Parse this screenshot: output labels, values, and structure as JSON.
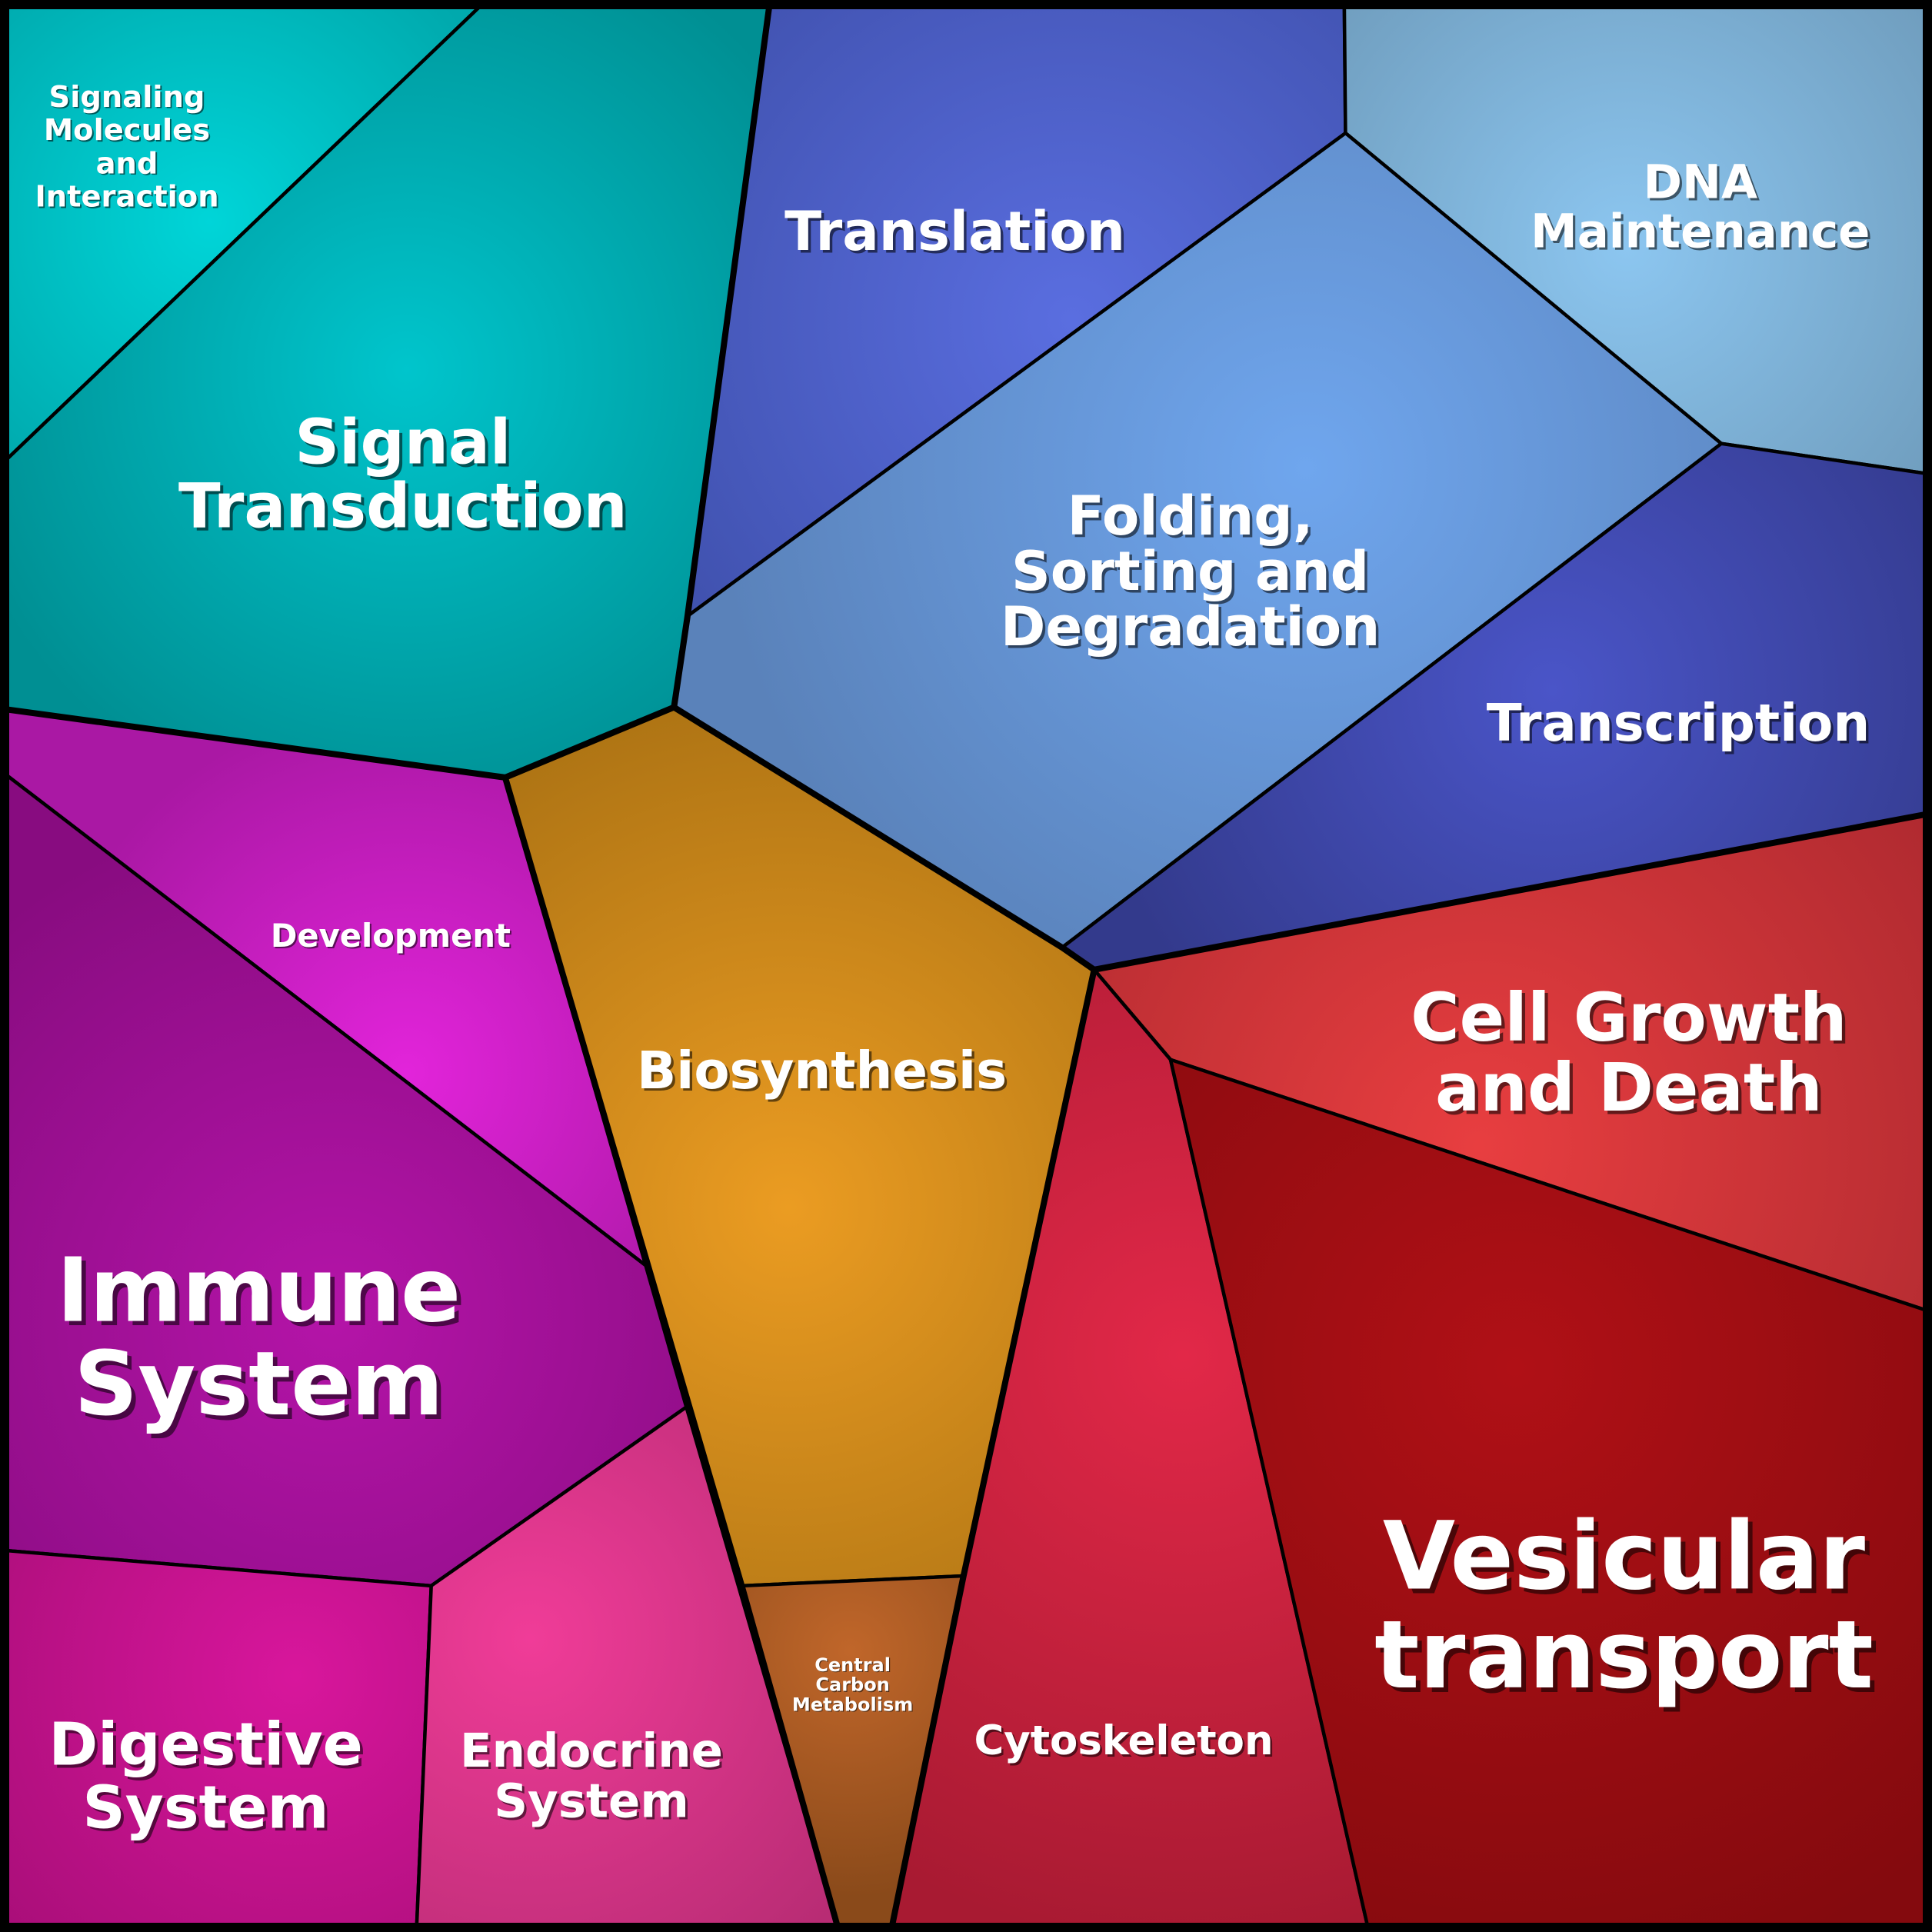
{
  "diagram": {
    "type": "voronoi-treemap",
    "background": "#000000",
    "cells": [
      {
        "id": "signaling-molecules",
        "label_lines": [
          "Signaling",
          "Molecules",
          "and",
          "Interaction"
        ],
        "color_center": "#00d5d8",
        "color_edge": "#00a9ad"
      },
      {
        "id": "signal-transduction",
        "label_lines": [
          "Signal",
          "Transduction"
        ],
        "color_center": "#00c5cc",
        "color_edge": "#008f93"
      },
      {
        "id": "translation",
        "label_lines": [
          "Translation"
        ],
        "color_center": "#5a6ee0",
        "color_edge": "#3e4faa"
      },
      {
        "id": "dna-maintenance",
        "label_lines": [
          "DNA",
          "Maintenance"
        ],
        "color_center": "#8cc6f0",
        "color_edge": "#6e9bbb"
      },
      {
        "id": "folding-sorting",
        "label_lines": [
          "Folding,",
          "Sorting and",
          "Degradation"
        ],
        "color_center": "#6fa6ee",
        "color_edge": "#5a82ba"
      },
      {
        "id": "transcription",
        "label_lines": [
          "Transcription"
        ],
        "color_center": "#4a55c8",
        "color_edge": "#333a8c"
      },
      {
        "id": "development",
        "label_lines": [
          "Development"
        ],
        "color_center": "#e224da",
        "color_edge": "#aa18a4"
      },
      {
        "id": "biosynthesis",
        "label_lines": [
          "Biosynthesis"
        ],
        "color_center": "#eb9c22",
        "color_edge": "#ae7414"
      },
      {
        "id": "cell-growth",
        "label_lines": [
          "Cell Growth",
          "and Death"
        ],
        "color_center": "#e83e40",
        "color_edge": "#b02a30"
      },
      {
        "id": "immune-system",
        "label_lines": [
          "Immune",
          "System"
        ],
        "color_center": "#b414a8",
        "color_edge": "#880c80"
      },
      {
        "id": "digestive-system",
        "label_lines": [
          "Digestive",
          "System"
        ],
        "color_center": "#d8169c",
        "color_edge": "#a80e78"
      },
      {
        "id": "endocrine-system",
        "label_lines": [
          "Endocrine",
          "System"
        ],
        "color_center": "#f03c98",
        "color_edge": "#b82c74"
      },
      {
        "id": "central-carbon",
        "label_lines": [
          "Central",
          "Carbon",
          "Metabolism"
        ],
        "color_center": "#c0662a",
        "color_edge": "#8a4a1a"
      },
      {
        "id": "cytoskeleton",
        "label_lines": [
          "Cytoskeleton"
        ],
        "color_center": "#e22848",
        "color_edge": "#a81a32"
      },
      {
        "id": "vesicular-transport",
        "label_lines": [
          "Vesicular",
          "transport"
        ],
        "color_center": "#b01016",
        "color_edge": "#840a0e"
      }
    ]
  }
}
